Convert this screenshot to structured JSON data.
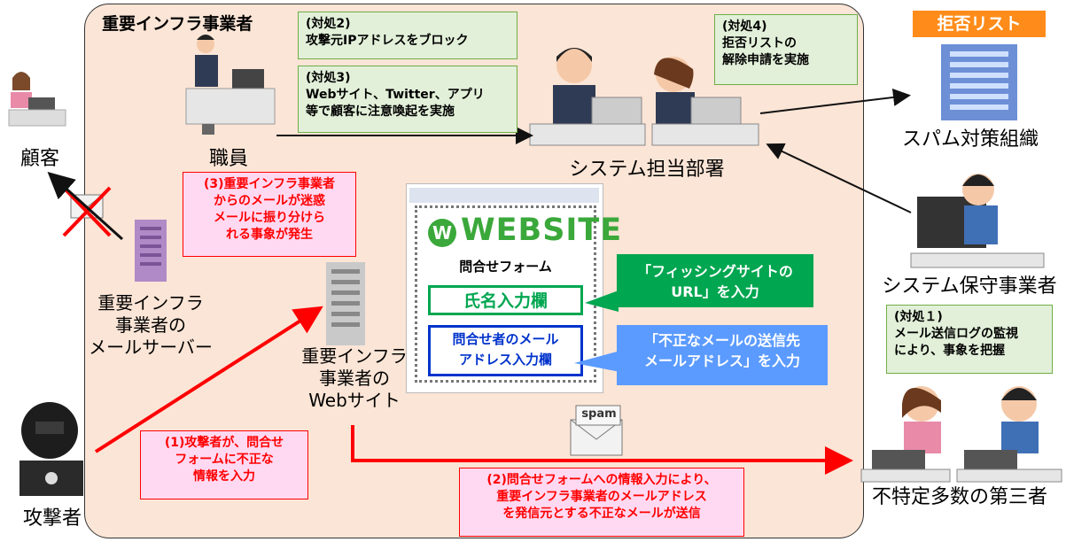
{
  "region": {
    "title": "重要インフラ事業者"
  },
  "actors": {
    "customer": "顧客",
    "staff": "職員",
    "system_dept": "システム担当部署",
    "spam_org": "スパム対策組織",
    "maintainer": "システム保守事業者",
    "mail_server": "重要インフラ\n事業者の\nメールサーバー",
    "website_owner": "重要インフラ\n事業者の\nWebサイト",
    "attacker": "攻撃者",
    "third_parties": "不特定多数の第三者"
  },
  "reject_list": "拒否リスト",
  "countermeasures": {
    "c1": "(対処１)\nメール送信ログの監視\nにより、事象を把握",
    "c2": "(対処2)\n攻撃元IPアドレスをブロック",
    "c3": "(対処3)\nWebサイト、Twitter、アプリ\n等で顧客に注意喚起を実施",
    "c4": "(対処4)\n拒否リストの\n解除申請を実施"
  },
  "events": {
    "e1": "(1)攻撃者が、問合せ\nフォームに不正な\n情報を入力",
    "e2": "(2)問合せフォームへの情報入力により、\n重要インフラ事業者のメールアドレス\nを発信元とする不正なメールが送信",
    "e3": "(3)重要インフラ事業者\nからのメールが迷惑\nメールに振り分けら\nれる事象が発生"
  },
  "website": {
    "logo_letter": "W",
    "logo_text": "WEBSITE",
    "form_title": "問合せフォーム",
    "field_name": "氏名入力欄",
    "field_email": "問合せ者のメール\nアドレス入力欄"
  },
  "callouts": {
    "phishing": "「フィッシングサイトの\nURL」を入力",
    "bad_email": "「不正なメールの送信先\nメールアドレス」を入力"
  },
  "spam_label": "spam",
  "colors": {
    "region_bg": "#fbe5d6",
    "red": "#ff0000",
    "green": "#00a650",
    "blue": "#5b9bff",
    "orange": "#ff8c1a"
  }
}
